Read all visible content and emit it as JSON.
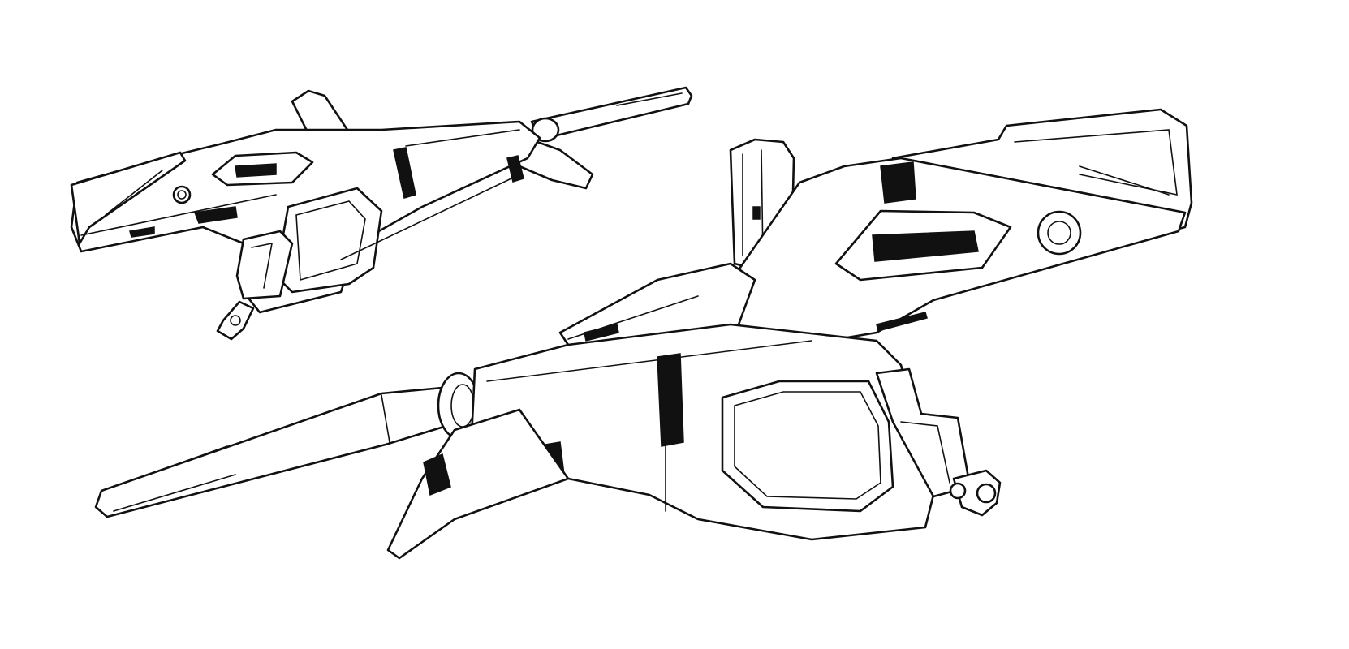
{
  "artwork": {
    "style": "black line art on white",
    "colors": {
      "background": "#ffffff",
      "line": "#111111"
    },
    "subjects": [
      "rifle-small-view",
      "rifle-large-view"
    ]
  }
}
